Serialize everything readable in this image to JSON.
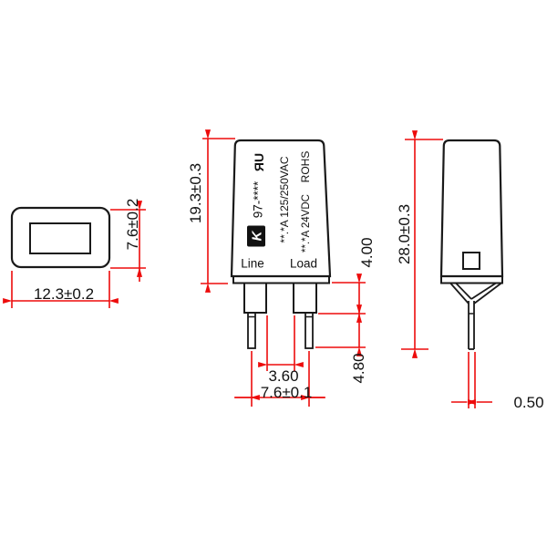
{
  "drawing": {
    "colors": {
      "outline": "#1a1a1a",
      "dimension_red": "#ed0c0c",
      "text": "#111111",
      "background": "#ffffff"
    },
    "top_view": {
      "width_dim": "12.3±0.2",
      "height_dim": "7.6±0.2"
    },
    "front_view": {
      "body_height_dim": "19.3±0.3",
      "shoulder_dim": "4.00",
      "pin_gap_dim": "3.60",
      "pin_tip_dim": "4.80",
      "pin_pitch_dim": "7.6±0.1",
      "markings": {
        "logo_letter": "K",
        "model": "97-****",
        "ul_mark": "ЯU",
        "ac_rating": "**.*A 125/250VAC",
        "dc_rating": "**.*A 24VDC",
        "rohs": "ROHS",
        "left_terminal": "Line",
        "right_terminal": "Load"
      }
    },
    "side_view": {
      "total_height_dim": "28.0±0.3",
      "pin_thickness_dim": "0.50"
    }
  }
}
